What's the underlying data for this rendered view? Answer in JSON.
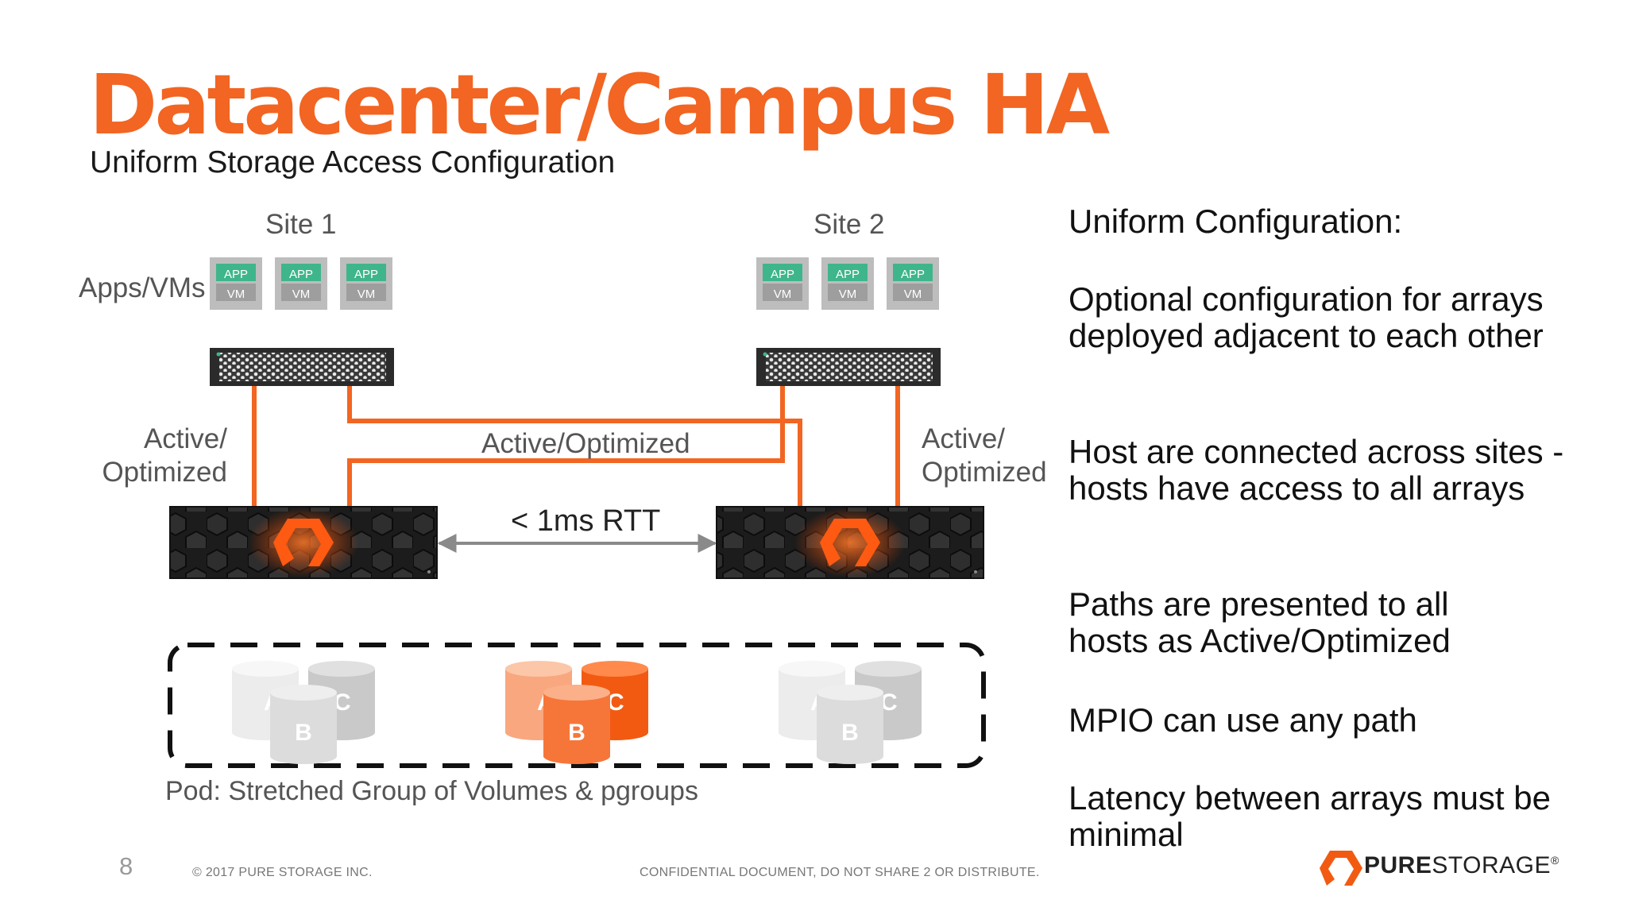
{
  "title": "Datacenter/Campus HA",
  "subtitle": "Uniform Storage Access Configuration",
  "diagram": {
    "site1_label": "Site 1",
    "site2_label": "Site 2",
    "apps_label": "Apps/VMs",
    "vm_box": {
      "top": "APP",
      "bottom": "VM"
    },
    "left_path_label_1": "Active/",
    "left_path_label_2": "Optimized",
    "right_path_label_1": "Active/",
    "right_path_label_2": "Optimized",
    "cross_label": "Active/Optimized",
    "rtt_label": "< 1ms RTT",
    "volumes": [
      "A",
      "B",
      "C"
    ],
    "pod_label": "Pod: Stretched Group of Volumes & pgroups",
    "colors": {
      "orange": "#f26522",
      "vm_green": "#3fb58b",
      "vm_gray": "#9e9e9e"
    }
  },
  "right_panel": {
    "heading": "Uniform Configuration:",
    "points": [
      "Optional configuration for arrays deployed adjacent to each other",
      "Host are connected across sites - hosts have access to all arrays",
      "Paths are presented to all hosts as Active/Optimized",
      "MPIO can use any path",
      "Latency between arrays must be minimal"
    ]
  },
  "footer": {
    "page_number": "8",
    "copyright": "© 2017 PURE STORAGE INC.",
    "confidential": "CONFIDENTIAL DOCUMENT, DO NOT SHARE 2 OR DISTRIBUTE.",
    "logo_bold": "PURE",
    "logo_regular": "STORAGE",
    "logo_mark": "®"
  }
}
